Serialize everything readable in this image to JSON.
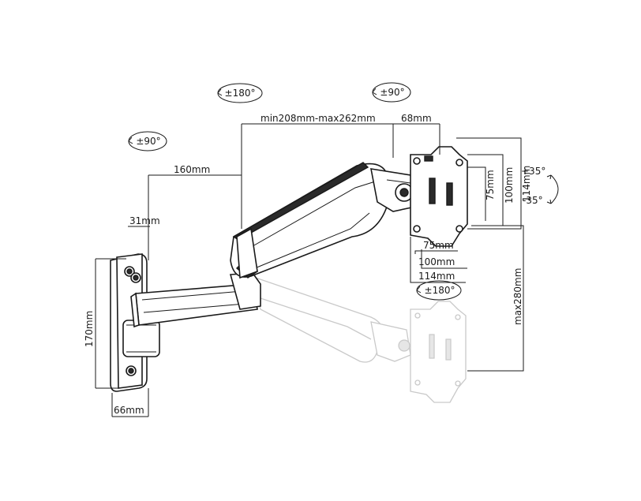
{
  "rotations": {
    "wall_joint": "±90°",
    "arm_joint": "±180°",
    "head_swivel": "±90°",
    "head_rotate": "±180°",
    "tilt_up": "+35°",
    "tilt_down": "-35°"
  },
  "dimensions": {
    "arm_extension": "min208mm-max262mm",
    "head_depth": "68mm",
    "arm_length": "160mm",
    "plate_offset": "31mm",
    "plate_height": "170mm",
    "plate_width": "66mm",
    "vesa_small": "75mm",
    "vesa_medium": "100mm",
    "vesa_large": "114mm",
    "vertical_travel": "max280mm"
  },
  "colors": {
    "line": "#1a1a1a",
    "ghost": "#c9c9c9",
    "background": "#ffffff"
  }
}
